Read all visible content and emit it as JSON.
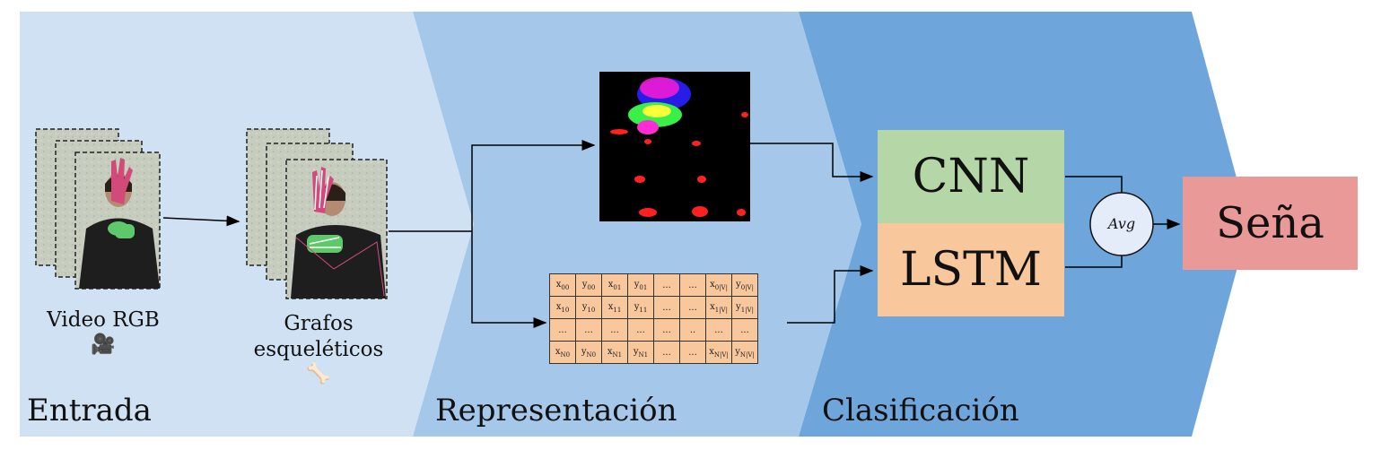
{
  "sections": {
    "entrada": "Entrada",
    "representacion": "Representación",
    "clasificacion": "Clasificación"
  },
  "inputs": {
    "video_label": "Video RGB",
    "video_icon": "video-camera-icon",
    "video_icon_glyph": "🎥",
    "skeleton_label_line1": "Grafos",
    "skeleton_label_line2": "esqueléticos",
    "skeleton_icon": "bone-icon",
    "skeleton_icon_glyph": "🦴"
  },
  "models": {
    "cnn": "CNN",
    "lstm": "LSTM",
    "avg": "Avg",
    "output": "Seña"
  },
  "matrix": [
    [
      "x_00",
      "y_00",
      "x_01",
      "y_01",
      "...",
      "...",
      "x_0|V|",
      "y_0|V|"
    ],
    [
      "x_10",
      "y_10",
      "x_11",
      "y_11",
      "...",
      "...",
      "x_1|V|",
      "y_1|V|"
    ],
    [
      "...",
      "...",
      "...",
      "...",
      "...",
      "..",
      "...",
      "..."
    ],
    [
      "x_N0",
      "y_N0",
      "x_N1",
      "y_N1",
      "...",
      "...",
      "x_N|V|",
      "y_N|V|"
    ]
  ],
  "colors": {
    "entrada_bg": "#cfe1f3",
    "representacion_bg": "#a5c8ea",
    "clasificacion_bg": "#6ea6dc",
    "cnn_bg": "#b5d7a8",
    "lstm_bg": "#f8c79c",
    "output_bg": "#ea9999",
    "matrix_bg": "#f8c79c"
  }
}
